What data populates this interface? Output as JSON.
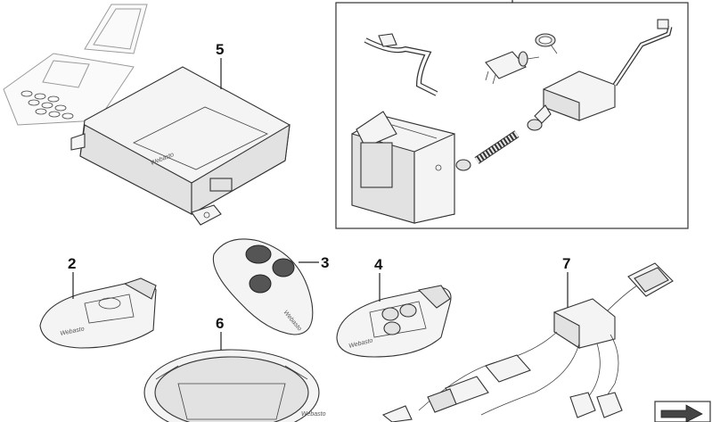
{
  "callouts": [
    {
      "id": "5",
      "label": "5"
    },
    {
      "id": "2",
      "label": "2"
    },
    {
      "id": "3",
      "label": "3"
    },
    {
      "id": "4",
      "label": "4"
    },
    {
      "id": "6",
      "label": "6"
    },
    {
      "id": "7",
      "label": "7"
    }
  ],
  "brand_mark": "Webasto",
  "colors": {
    "line": "#222222",
    "part_fill": "#f4f4f4",
    "shade": "#e2e2e2",
    "frame": "#333333"
  }
}
